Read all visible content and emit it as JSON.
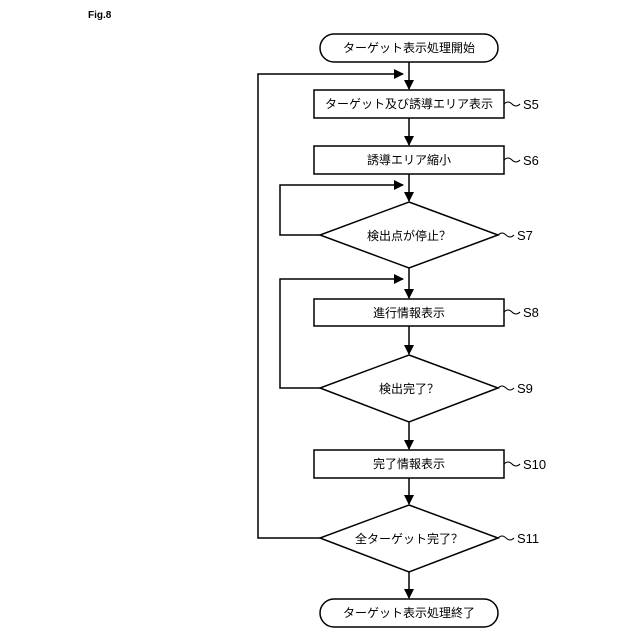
{
  "figure_label": "Fig.8",
  "nodes": {
    "start": "ターゲット表示処理開始",
    "s5": "ターゲット及び誘導エリア表示",
    "s6": "誘導エリア縮小",
    "s7": "検出点が停止？",
    "s8": "進行情報表示",
    "s9": "検出完了？",
    "s10": "完了情報表示",
    "s11": "全ターゲット完了？",
    "end": "ターゲット表示処理終了"
  },
  "step_labels": {
    "s5": "S5",
    "s6": "S6",
    "s7": "S7",
    "s8": "S8",
    "s9": "S9",
    "s10": "S10",
    "s11": "S11"
  },
  "colors": {
    "line": "#000000",
    "fill": "#ffffff"
  }
}
